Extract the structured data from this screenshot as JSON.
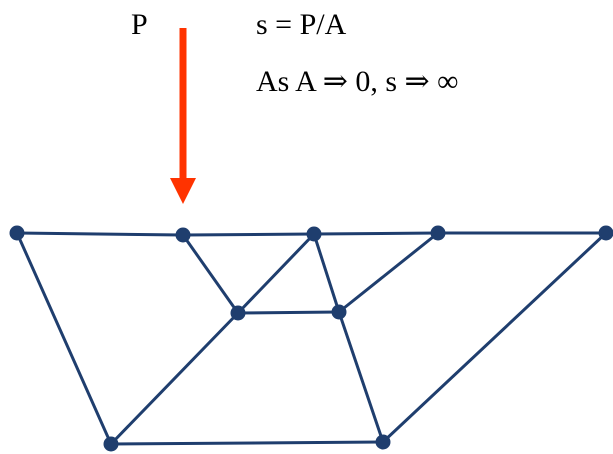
{
  "load": {
    "label": "P",
    "arrow_color": "#ff3300"
  },
  "formula": {
    "line1": "s = P/A",
    "line2": "As A ⇒ 0, s ⇒ ∞"
  },
  "truss": {
    "member_color": "#1f3e6e",
    "joint_color": "#1f3e6e",
    "joints": [
      "j1",
      "j2",
      "j3",
      "j4",
      "j5",
      "j6",
      "j7",
      "j8",
      "j9"
    ],
    "members": [
      [
        "j1",
        "j2"
      ],
      [
        "j2",
        "j3"
      ],
      [
        "j3",
        "j4"
      ],
      [
        "j4",
        "j5"
      ],
      [
        "j1",
        "j8"
      ],
      [
        "j8",
        "j9"
      ],
      [
        "j9",
        "j5"
      ],
      [
        "j2",
        "j6"
      ],
      [
        "j6",
        "j3"
      ],
      [
        "j6",
        "j7"
      ],
      [
        "j3",
        "j7"
      ],
      [
        "j7",
        "j4"
      ],
      [
        "j6",
        "j8"
      ],
      [
        "j7",
        "j9"
      ]
    ]
  }
}
